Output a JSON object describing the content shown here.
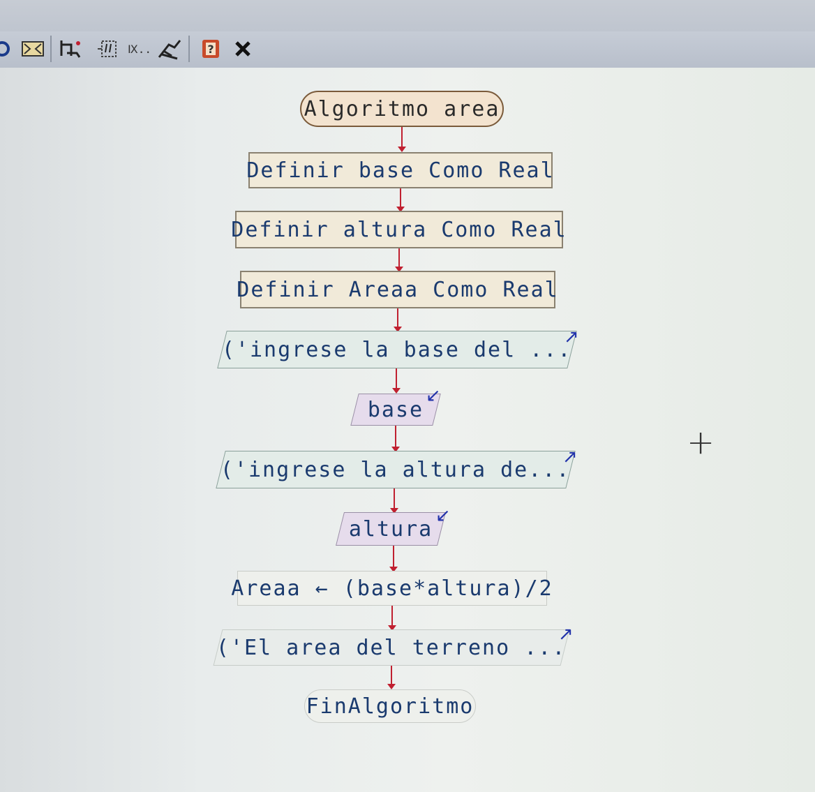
{
  "toolbar": {
    "items": [
      {
        "icon": "circle-tool-icon"
      },
      {
        "icon": "switch-tool-icon"
      },
      {
        "icon": "loop-tool-icon"
      },
      {
        "icon": "comment-tool-icon"
      },
      {
        "icon": "function-tool-icon"
      },
      {
        "icon": "draw-tool-icon"
      },
      {
        "icon": "help-icon"
      },
      {
        "icon": "close-icon"
      }
    ],
    "function_label": "Ⅸ.."
  },
  "flowchart": {
    "start": "Algoritmo area",
    "def_base": "Definir base Como Real",
    "def_altura": "Definir altura Como Real",
    "def_area": "Definir Areaa Como Real",
    "write_base_prompt": "('ingrese la base del ...",
    "read_base": "base",
    "write_altura_prompt": "('ingrese la altura de...",
    "read_altura": "altura",
    "assign_area": "Areaa ← (base*altura)/2",
    "write_result": "('El area del terreno ...",
    "end": "FinAlgoritmo"
  },
  "colors": {
    "arrow": "#c02030",
    "text": "#1a3a6e",
    "io_marker": "#2233aa"
  }
}
